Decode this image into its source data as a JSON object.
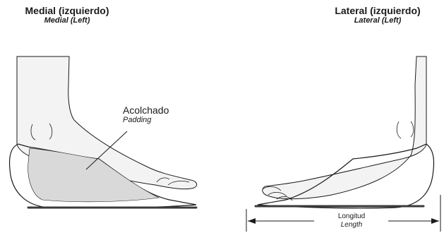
{
  "views": {
    "left": {
      "title": "Medial (izquierdo)",
      "subtitle": "Medial (Left)"
    },
    "right": {
      "title": "Lateral (izquierdo)",
      "subtitle": "Lateral (Left)"
    }
  },
  "callout": {
    "label": "Acolchado",
    "sublabel": "Padding"
  },
  "dimension": {
    "label": "Longitud",
    "sublabel": "Length"
  },
  "colors": {
    "outline": "#1a1a1a",
    "leg_fill": "#f3f3f3",
    "padding_fill": "#d9d9d9",
    "sole": "#3a3a3a"
  }
}
